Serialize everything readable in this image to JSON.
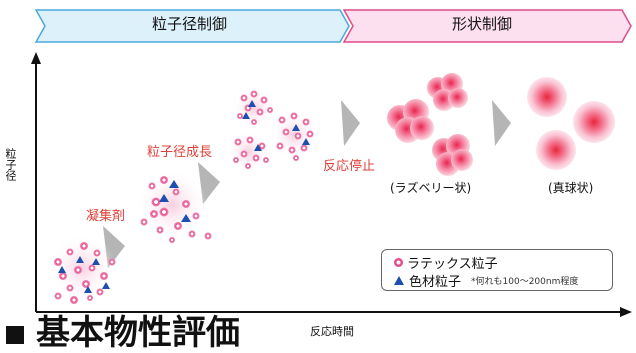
{
  "banners": {
    "left": "粒子径制御",
    "right": "形状制御"
  },
  "axes": {
    "y_label": "粒子径",
    "x_label": "反応時間"
  },
  "steps": {
    "aggregation": "凝集剤",
    "growth": "粒子径成長",
    "stop": "反応停止"
  },
  "shapes": {
    "raspberry": "(ラズベリー状)",
    "spherical": "(真球状)"
  },
  "legend": {
    "latex": "ラテックス粒子",
    "pigment": "色材粒子",
    "note": "*何れも100～200nm程度"
  },
  "section_title": "基本物性評価",
  "colors": {
    "banner_left_fill": "#ddf1fb",
    "banner_left_border": "#4aa8dc",
    "banner_right_fill": "#fde0ef",
    "banner_right_border": "#e04a8a",
    "latex_pink": "#e64a8a",
    "pigment_blue": "#1d4fb0",
    "step_label_red": "#e0403a",
    "chevron_gray": "#b5b5b5"
  }
}
